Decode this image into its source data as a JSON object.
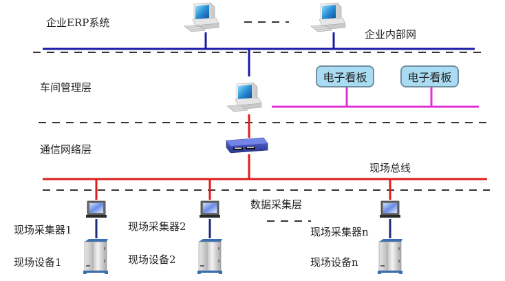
{
  "layers": {
    "erp": "企业ERP系统",
    "workshop": "车间管理层",
    "network": "通信网络层",
    "acquisition": "数据采集层"
  },
  "networks": {
    "intranet": "企业内部网",
    "fieldbus": "现场总线"
  },
  "boards": [
    {
      "label": "电子看板"
    },
    {
      "label": "电子看板"
    }
  ],
  "collectors": [
    {
      "label": "现场采集器1",
      "device": "现场设备1"
    },
    {
      "label": "现场采集器2",
      "device": "现场设备2"
    },
    {
      "label": "现场采集器n",
      "device": "现场设备n"
    }
  ],
  "colors": {
    "intranet_line": "#1a1aa6",
    "fieldbus_line": "#e01b1b",
    "board_line": "#e030d8",
    "divider": "#333333",
    "board_fill": "#a9dcf2"
  },
  "icons": {
    "erp_pc": "desktop-computer-icon",
    "workshop_pc": "desktop-computer-icon",
    "switch": "network-switch-icon",
    "collector": "industrial-terminal-icon",
    "device": "equipment-cabinet-icon"
  }
}
